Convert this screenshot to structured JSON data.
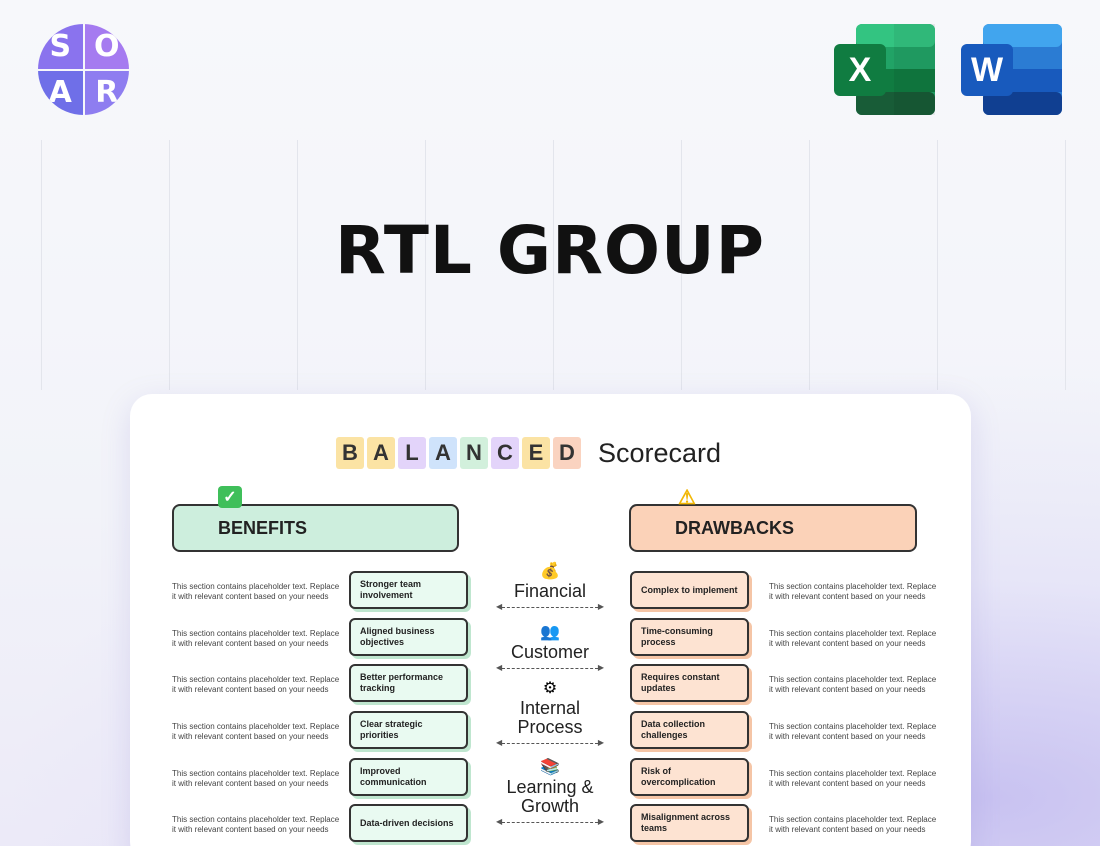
{
  "brand": {
    "logo_letters": [
      "S",
      "O",
      "A",
      "R"
    ],
    "excel_icon_letter": "X",
    "word_icon_letter": "W",
    "excel_color": "#1d7a44",
    "word_color": "#2a5bd0"
  },
  "title": "RTL GROUP",
  "card": {
    "heading_letters": [
      "B",
      "A",
      "L",
      "A",
      "N",
      "C",
      "E",
      "D"
    ],
    "heading_letter_colors": [
      "#fbe3a4",
      "#fbe3a4",
      "#e3d4fa",
      "#cfe3fb",
      "#d2f0dc",
      "#e3d4fa",
      "#fbe3a4",
      "#fad3c0"
    ],
    "heading_word": "Scorecard",
    "benefits": {
      "title": "BENEFITS",
      "icon": "check-mark-icon",
      "items": [
        "Stronger team involvement",
        "Aligned business objectives",
        "Better performance tracking",
        "Clear strategic priorities",
        "Improved communication",
        "Data-driven decisions"
      ]
    },
    "drawbacks": {
      "title": "DRAWBACKS",
      "icon": "warning-icon",
      "items": [
        "Complex to implement",
        "Time-consuming process",
        "Requires constant updates",
        "Data collection challenges",
        "Risk of overcomplication",
        "Misalignment across teams"
      ]
    },
    "placeholder_text": "This section contains placeholder text. Replace it with relevant content based on your needs",
    "perspectives": [
      {
        "label": "Financial",
        "icon": "money-bag-icon",
        "glyph": "💰"
      },
      {
        "label": "Customer",
        "icon": "people-icon",
        "glyph": "👥"
      },
      {
        "label": "Internal Process",
        "icon": "gear-icon",
        "glyph": "⚙"
      },
      {
        "label": "Learning & Growth",
        "icon": "books-icon",
        "glyph": "📚"
      }
    ]
  }
}
